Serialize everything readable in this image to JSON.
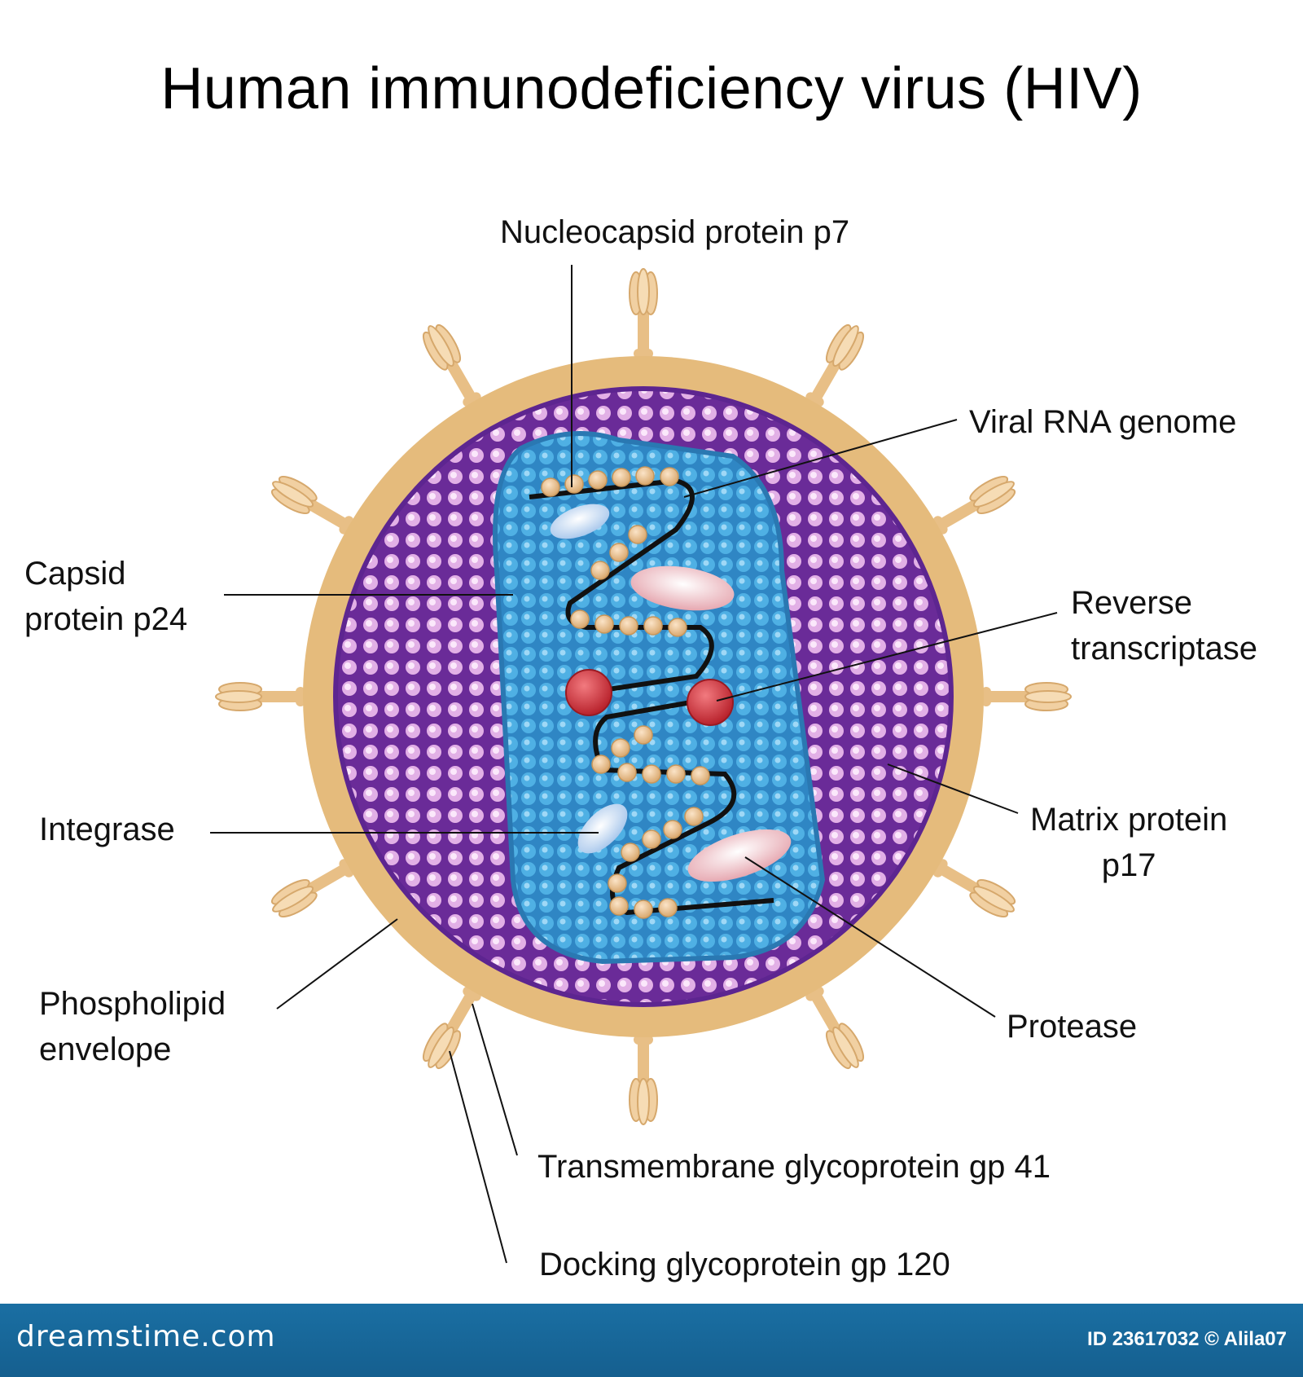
{
  "title": "Human immunodeficiency virus (HIV)",
  "labels": {
    "nucleocapsid": "Nucleocapsid protein p7",
    "viral_rna": "Viral RNA genome",
    "capsid_line1": "Capsid",
    "capsid_line2": "protein p24",
    "reverse_line1": "Reverse",
    "reverse_line2": "transcriptase",
    "integrase": "Integrase",
    "matrix_line1": "Matrix protein",
    "matrix_line2": "p17",
    "phospholipid_line1": "Phospholipid",
    "phospholipid_line2": "envelope",
    "protease": "Protease",
    "transmembrane": "Transmembrane glycoprotein gp 41",
    "docking": "Docking glycoprotein gp 120"
  },
  "footer": {
    "brand": "dreamstime.com",
    "credit": "ID 23617032 © Alila07"
  },
  "colors": {
    "envelope": "#e7bd7d",
    "matrix": "#7a3aa5",
    "matrix_dot": "#e6b4e6",
    "capsid": "#3ea0d6",
    "capsid_dot": "#5fb8e8",
    "rna_bead": "#f0c79a",
    "rna_strand": "#111111",
    "reverse_transcriptase": "#d8343e",
    "integrase": "#e6f0fb",
    "protease": "#f6d8dc",
    "footer": "#1a6fa3"
  }
}
